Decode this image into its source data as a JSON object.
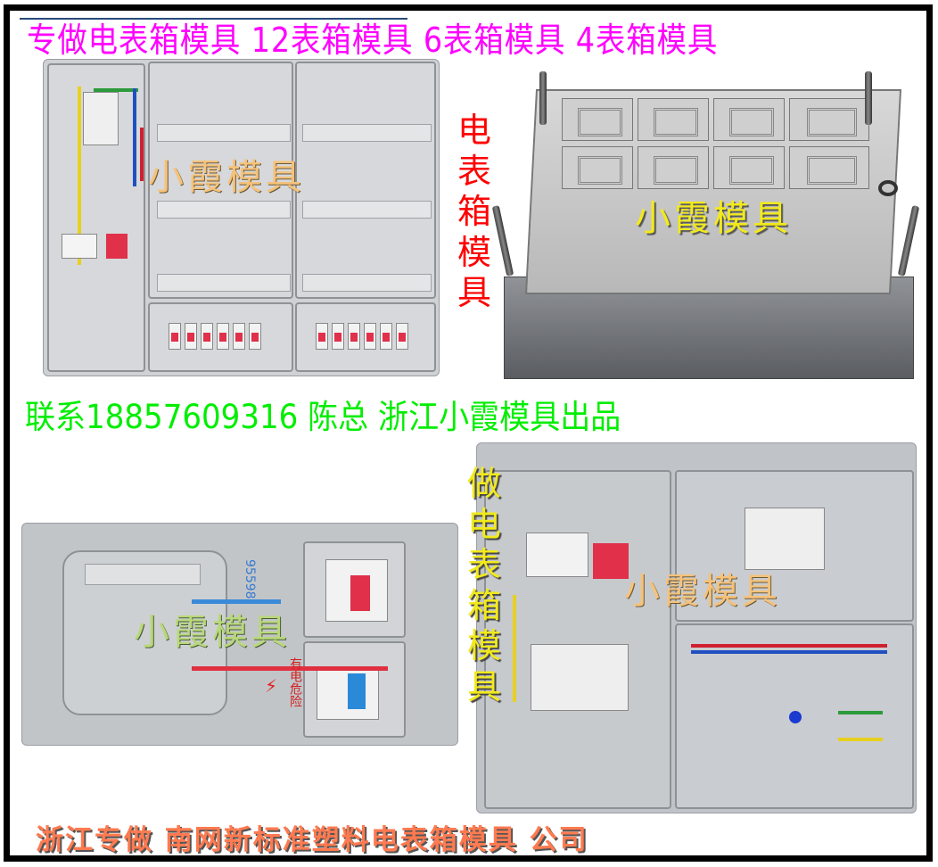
{
  "header": {
    "title": "专做电表箱模具 12表箱模具 6表箱模具 4表箱模具",
    "title_color": "#ff00ff"
  },
  "contact": {
    "text": "联系18857609316 陈总 浙江小霞模具出品",
    "phone": "18857609316",
    "color": "#00ee00"
  },
  "footer": {
    "text": "浙江专做 南网新标准塑料电表箱模具 公司",
    "color": "#ff7a50"
  },
  "images": {
    "top_left": {
      "watermark": "小霞模具",
      "watermark_color": "#f5c27a",
      "subject": "12-meter electric meter box"
    },
    "top_right": {
      "watermark": "小霞模具",
      "watermark_color": "#f2ea1a",
      "side_label": [
        "电",
        "表",
        "箱",
        "模",
        "具"
      ],
      "side_label_color": "#ff0000",
      "subject": "meter box injection mold"
    },
    "bottom_left": {
      "watermark": "小霞模具",
      "watermark_color": "#b8d87a",
      "label_number": "95598",
      "label_warning": "有电危险",
      "subject": "single meter box"
    },
    "bottom_right": {
      "watermark": "小霞模具",
      "watermark_color": "#f5c27a",
      "side_label": [
        "做",
        "电",
        "表",
        "箱",
        "模",
        "具"
      ],
      "side_label_color": "#f2ea1a",
      "subject": "distribution meter box"
    }
  }
}
